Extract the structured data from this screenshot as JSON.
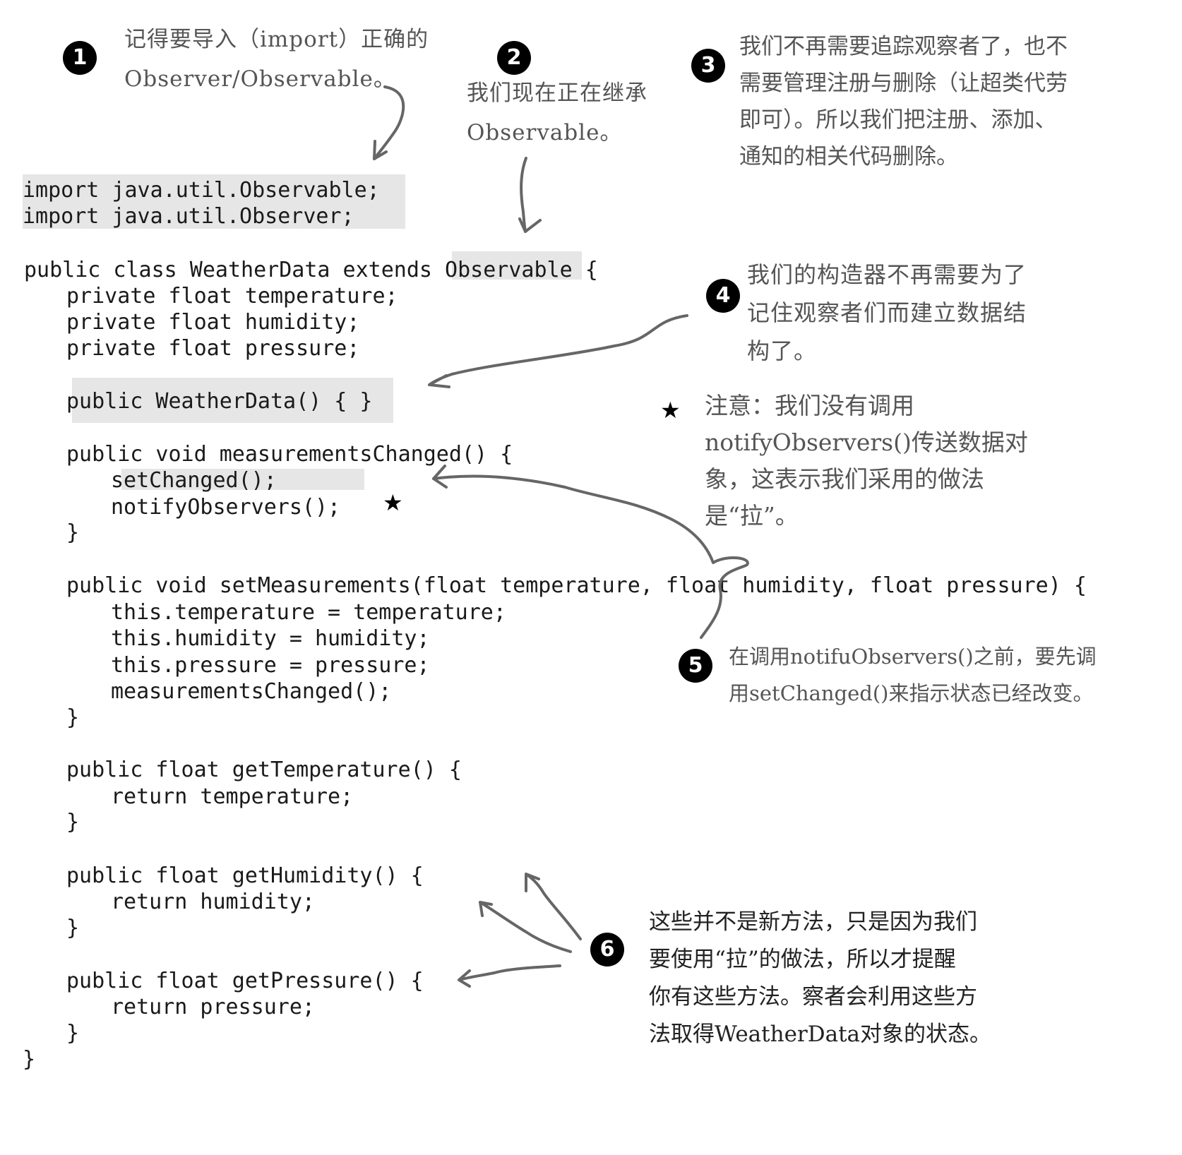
{
  "code": {
    "import1": "import java.util.Observable;",
    "import2": "import java.util.Observer;",
    "class_decl": "public class WeatherData extends Observable {",
    "field_temp": "private float temperature;",
    "field_hum": "private float humidity;",
    "field_pres": "private float pressure;",
    "ctor": "public WeatherData() { }",
    "mc_decl": "public void measurementsChanged() {",
    "mc_set_changed": "setChanged();",
    "mc_notify": "notifyObservers();",
    "mc_close": "}",
    "sm_decl": "public void setMeasurements(float temperature, float humidity, float pressure) {",
    "sm_temp": "this.temperature = temperature;",
    "sm_hum": "this.humidity = humidity;",
    "sm_pres": "this.pressure = pressure;",
    "sm_call": "measurementsChanged();",
    "sm_close": "}",
    "gt_decl": "public float getTemperature() {",
    "gt_ret": "return temperature;",
    "gt_close": "}",
    "gh_decl": "public float getHumidity() {",
    "gh_ret": "return humidity;",
    "gh_close": "}",
    "gp_decl": "public float getPressure() {",
    "gp_ret": "return pressure;",
    "gp_close": "}",
    "class_close": "}"
  },
  "notes": {
    "n1": {
      "badge": "1",
      "text": "记得要导入（import）正确的\nObserver/Observable。"
    },
    "n2": {
      "badge": "2",
      "text": "我们现在正在继承\nObservable。"
    },
    "n3": {
      "badge": "3",
      "text": "我们不再需要追踪观察者了，也不\n需要管理注册与删除（让超类代劳\n即可）。所以我们把注册、添加、\n通知的相关代码删除。"
    },
    "n4": {
      "badge": "4",
      "text": "我们的构造器不再需要为了\n记住观察者们而建立数据结\n构了。"
    },
    "star": {
      "symbol": "★",
      "text": "注意：我们没有调用\nnotifyObservers()传送数据对\n象，这表示我们采用的做法\n是“拉”。"
    },
    "n5": {
      "badge": "5",
      "text": "在调用notifuObservers()之前，要先调\n用setChanged()来指示状态已经改变。"
    },
    "n6": {
      "badge": "6",
      "text": "这些并不是新方法，只是因为我们\n要使用“拉”的做法，所以才提醒\n你有这些方法。察者会利用这些方\n法取得WeatherData对象的状态。"
    }
  }
}
